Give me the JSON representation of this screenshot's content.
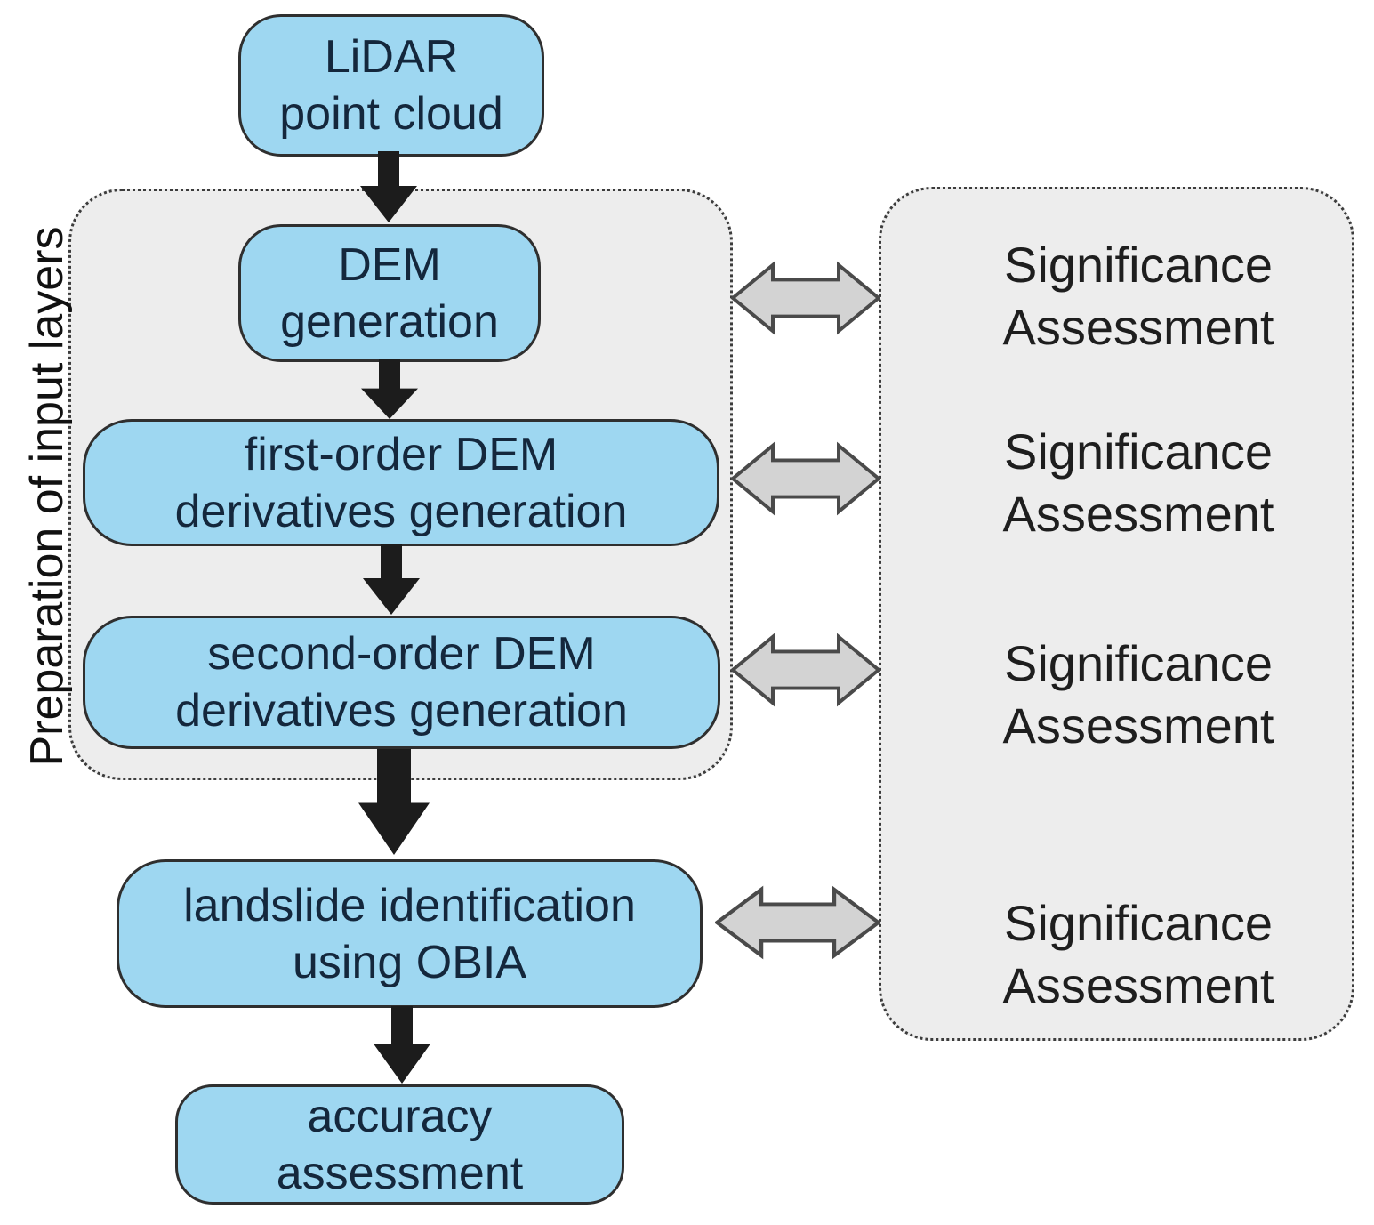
{
  "diagram": {
    "side_label": "Preparation of input layers",
    "boxes": [
      {
        "id": "lidar-point-cloud",
        "line1": "LiDAR",
        "line2": "point cloud"
      },
      {
        "id": "dem-generation",
        "line1": "DEM",
        "line2": "generation"
      },
      {
        "id": "first-order-derivatives",
        "line1": "first-order DEM",
        "line2": "derivatives generation"
      },
      {
        "id": "second-order-derivatives",
        "line1": "second-order DEM",
        "line2": "derivatives generation"
      },
      {
        "id": "landslide-identification",
        "line1": "landslide identification",
        "line2": "using OBIA"
      },
      {
        "id": "accuracy-assessment",
        "line1": "accuracy",
        "line2": "assessment"
      }
    ],
    "assessments": [
      {
        "line1": "Significance",
        "line2": "Assessment"
      },
      {
        "line1": "Significance",
        "line2": "Assessment"
      },
      {
        "line1": "Significance",
        "line2": "Assessment"
      },
      {
        "line1": "Significance",
        "line2": "Assessment"
      }
    ],
    "colors": {
      "node_fill": "#9ed7f1",
      "node_border": "#2f2f2f",
      "node_text": "#14273c",
      "panel_fill": "#ededed",
      "panel_border": "#3c3c3c",
      "flow_arrow": "#1c1c1c",
      "link_arrow_fill": "#d3d3d3",
      "link_arrow_stroke": "#4a4a4a",
      "background": "#ffffff"
    }
  }
}
